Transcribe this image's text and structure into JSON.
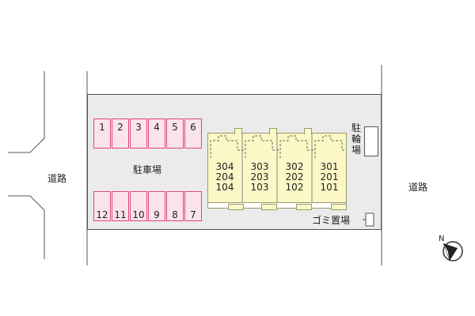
{
  "roads": {
    "left_label": "道路",
    "right_label": "道路"
  },
  "parking": {
    "label": "駐車場",
    "top_row": [
      "1",
      "2",
      "3",
      "4",
      "5",
      "6"
    ],
    "bottom_row": [
      "12",
      "11",
      "10",
      "9",
      "8",
      "7"
    ],
    "spot_color": "#e0457a",
    "spot_fill": "#fbe3ec"
  },
  "building": {
    "fill": "#fbf7c6",
    "columns": [
      {
        "units": [
          "304",
          "204",
          "104"
        ]
      },
      {
        "units": [
          "303",
          "203",
          "103"
        ]
      },
      {
        "units": [
          "302",
          "202",
          "102"
        ]
      },
      {
        "units": [
          "301",
          "201",
          "101"
        ]
      }
    ]
  },
  "bicycle": {
    "label_chars": [
      "駐",
      "輪",
      "場"
    ]
  },
  "trash": {
    "label": "ゴミ置場"
  },
  "compass": {
    "label": "N"
  }
}
